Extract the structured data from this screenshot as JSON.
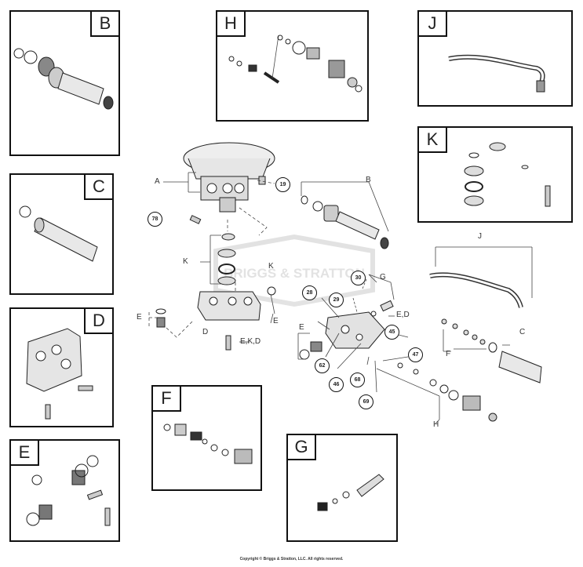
{
  "panels": {
    "B": "B",
    "C": "C",
    "D": "D",
    "E": "E",
    "F": "F",
    "G": "G",
    "H": "H",
    "J": "J",
    "K": "K"
  },
  "callouts": {
    "A": "A",
    "B": "B",
    "C": "C",
    "D": "D",
    "E1": "E",
    "E2": "E",
    "E3": "E",
    "F": "F",
    "G": "G",
    "H": "H",
    "J": "J",
    "K1": "K",
    "K2": "K",
    "ED": "E,D",
    "EKD": "E,K,D"
  },
  "part_numbers": [
    "19",
    "78",
    "28",
    "29",
    "30",
    "45",
    "47",
    "62",
    "46",
    "68",
    "69"
  ],
  "watermark": "BRIGGS & STRATTON",
  "copyright": "Copyright © Briggs & Stratton, LLC. All rights reserved."
}
